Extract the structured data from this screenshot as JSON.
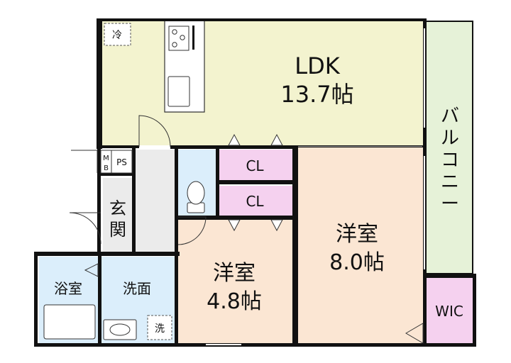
{
  "rooms": {
    "ldk": {
      "name": "LDK",
      "size": "13.7帖"
    },
    "western_large": {
      "name": "洋室",
      "size": "8.0帖"
    },
    "western_small": {
      "name": "洋室",
      "size": "4.8帖"
    },
    "closet_upper": "CL",
    "closet_lower": "CL",
    "balcony": "バルコニー",
    "balcony_chars": [
      "バ",
      "ル",
      "コ",
      "ニ",
      "ー"
    ],
    "entrance_chars": [
      "玄",
      "関"
    ],
    "bath": "浴室",
    "washroom": "洗面",
    "wic": "WIC",
    "mb": [
      "M",
      "B"
    ],
    "ps": "PS"
  },
  "fixtures": {
    "fridge": "冷",
    "washer": "洗"
  },
  "colors": {
    "ldk": "#f3f3cf",
    "western": "#fbe6d3",
    "closet": "#f5d1ef",
    "wet": "#dbeefb",
    "balcony": "#e6f2d8",
    "hall": "#ebebeb",
    "wall": "#111111"
  }
}
